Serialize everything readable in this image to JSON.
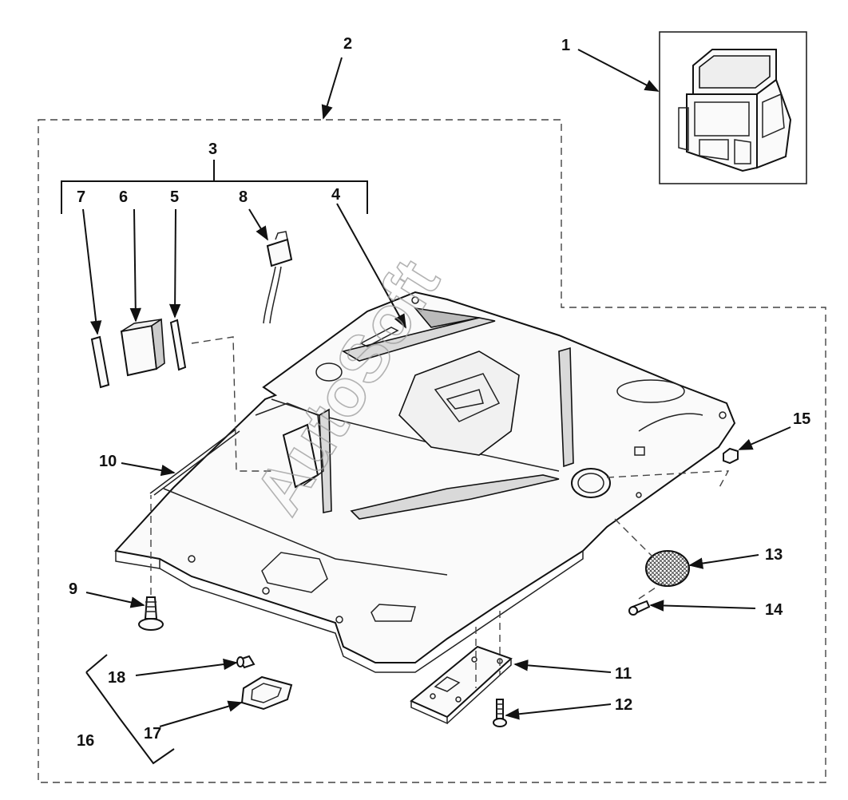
{
  "callouts": [
    {
      "id": "1",
      "label": "1"
    },
    {
      "id": "2",
      "label": "2"
    },
    {
      "id": "3",
      "label": "3"
    },
    {
      "id": "4",
      "label": "4"
    },
    {
      "id": "5",
      "label": "5"
    },
    {
      "id": "6",
      "label": "6"
    },
    {
      "id": "7",
      "label": "7"
    },
    {
      "id": "8",
      "label": "8"
    },
    {
      "id": "9",
      "label": "9"
    },
    {
      "id": "10",
      "label": "10"
    },
    {
      "id": "11",
      "label": "11"
    },
    {
      "id": "12",
      "label": "12"
    },
    {
      "id": "13",
      "label": "13"
    },
    {
      "id": "14",
      "label": "14"
    },
    {
      "id": "15",
      "label": "15"
    },
    {
      "id": "16",
      "label": "16"
    },
    {
      "id": "17",
      "label": "17"
    },
    {
      "id": "18",
      "label": "18"
    }
  ],
  "watermark": "AutoSoft",
  "colors": {
    "line": "#111111",
    "background": "#ffffff",
    "watermark": "#9a9a9a"
  }
}
